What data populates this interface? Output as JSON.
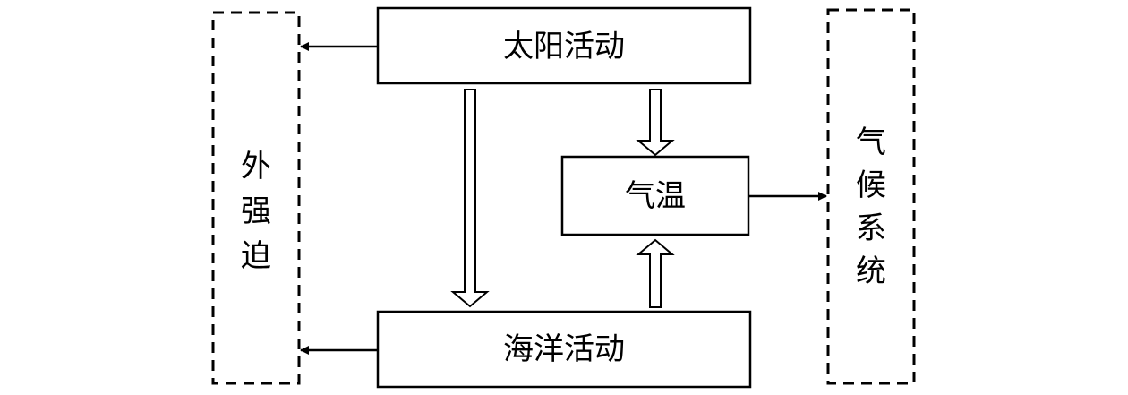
{
  "nodes": {
    "solar": {
      "label": "太阳活动"
    },
    "ocean": {
      "label": "海洋活动"
    },
    "temperature": {
      "label": "气温"
    },
    "external_forcing": {
      "label": "外强迫",
      "chars": [
        "外",
        "强",
        "迫"
      ]
    },
    "climate_system": {
      "label": "气候系统",
      "chars": [
        "气",
        "候",
        "系",
        "统"
      ]
    }
  },
  "edges": [
    {
      "from": "solar",
      "to": "external_forcing",
      "style": "line-arrow"
    },
    {
      "from": "ocean",
      "to": "external_forcing",
      "style": "line-arrow"
    },
    {
      "from": "solar",
      "to": "ocean",
      "style": "hollow-arrow"
    },
    {
      "from": "solar",
      "to": "temperature",
      "style": "hollow-arrow"
    },
    {
      "from": "ocean",
      "to": "temperature",
      "style": "hollow-arrow"
    },
    {
      "from": "temperature",
      "to": "climate_system",
      "style": "line-arrow"
    }
  ],
  "colors": {
    "stroke": "#000000",
    "background": "#ffffff"
  }
}
